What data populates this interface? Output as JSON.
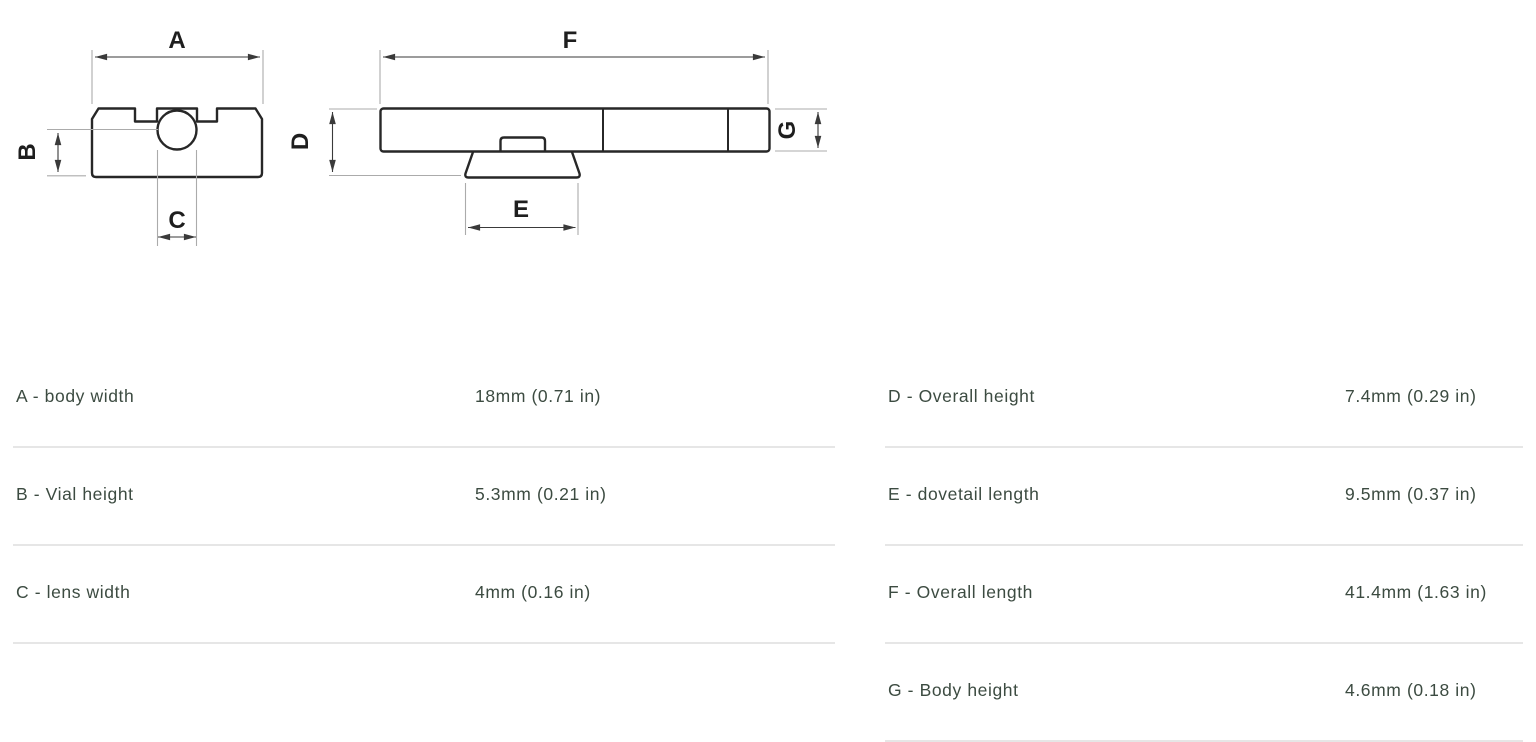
{
  "diagram": {
    "front_view": {
      "labels": {
        "a": "A",
        "b": "B",
        "c": "C"
      }
    },
    "side_view": {
      "labels": {
        "d": "D",
        "e": "E",
        "f": "F",
        "g": "G"
      }
    }
  },
  "specs": {
    "left_column": [
      {
        "label": "A - body width",
        "value": "18mm (0.71 in)"
      },
      {
        "label": "B - Vial height",
        "value": "5.3mm (0.21 in)"
      },
      {
        "label": "C - lens width",
        "value": "4mm (0.16 in)"
      }
    ],
    "right_column": [
      {
        "label": "D - Overall height",
        "value": "7.4mm (0.29 in)"
      },
      {
        "label": "E - dovetail length",
        "value": "9.5mm (0.37 in)"
      },
      {
        "label": "F - Overall length",
        "value": "41.4mm (1.63 in)"
      },
      {
        "label": "G - Body height",
        "value": "4.6mm (0.18 in)"
      }
    ]
  },
  "colors": {
    "text": "#3c4b41",
    "divider": "#e6e6e6",
    "outline": "#272727",
    "dimension_line": "#3a3a3a",
    "witness_line": "#ababab"
  }
}
